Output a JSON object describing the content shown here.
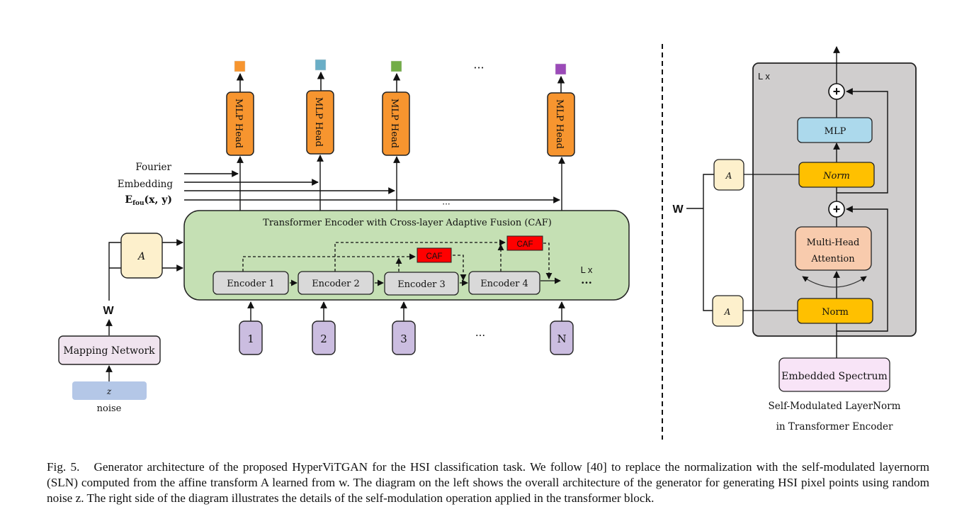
{
  "figure": {
    "left": {
      "output_colors": [
        "#f7952f",
        "#6aaec6",
        "#72ac47",
        "#9b4ab8"
      ],
      "ellipsis": "···",
      "mlp_head_label": "MLP Head",
      "fourier_label_lines": [
        "Fourier",
        "Embedding"
      ],
      "efou_label": "E",
      "efou_sub": "fou",
      "efou_args": "(x, y)",
      "encoder_block_title": "Transformer Encoder with Cross-layer Adaptive Fusion (CAF)",
      "encoders": [
        "Encoder 1",
        "Encoder 2",
        "Encoder 3",
        "Encoder 4"
      ],
      "caf_label": "CAF",
      "lx_label": "L x",
      "affine_label": "A",
      "w_label": "W",
      "mapping_network_label": "Mapping Network",
      "z_label": "z",
      "noise_label": "noise",
      "tokens": [
        "1",
        "2",
        "3",
        "N"
      ]
    },
    "right": {
      "lx_label": "L x",
      "mlp_label": "MLP",
      "norm_label": "Norm",
      "mha_lines": [
        "Multi-Head",
        "Attention"
      ],
      "affine_label": "A",
      "w_label": "W",
      "plus_symbol": "+",
      "embedded_spectrum_label": "Embedded Spectrum",
      "subtitle_lines": [
        "Self-Modulated LayerNorm",
        "in Transformer Encoder"
      ]
    },
    "colors": {
      "mlp_head": "#f7952f",
      "encoder_block": "#c5e0b4",
      "encoder": "#d9d9d9",
      "caf": "#ff0000",
      "affine": "#fdf0cc",
      "mapping_network": "#f0e4ef",
      "noise": "#b4c7e7",
      "token": "#cbbde0",
      "sln_block": "#d0cece",
      "mlp": "#acd9ec",
      "norm": "#ffc000",
      "mha": "#f8cbad",
      "embedded_spectrum": "#f8e4f7"
    }
  },
  "caption": {
    "label": "Fig. 5.",
    "text": "Generator architecture of the proposed HyperViTGAN for the HSI classification task. We follow [40] to replace the normalization with the self-modulated layernorm (SLN) computed from the affine transform A learned from w. The diagram on the left shows the overall architecture of the generator for generating HSI pixel points using random noise z. The right side of the diagram illustrates the details of the self-modulation operation applied in the transformer block."
  }
}
